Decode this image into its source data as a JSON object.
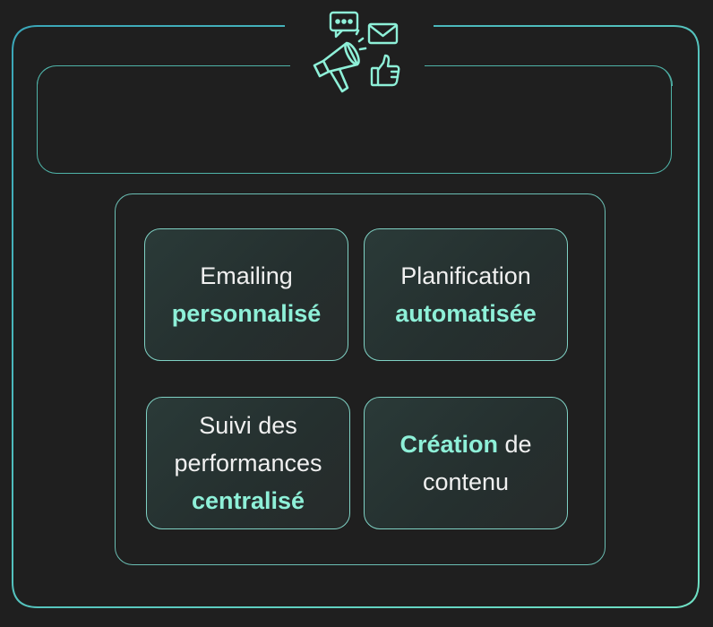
{
  "colors": {
    "background": "#1f1f1f",
    "frame": "#4fb3a8",
    "accent": "#8ef0d8",
    "text": "#f0f0f0"
  },
  "header_icons": [
    "chat-bubble-icon",
    "envelope-icon",
    "megaphone-icon",
    "thumbs-up-icon"
  ],
  "cards": [
    {
      "line1": "Emailing",
      "accent": "personnalisé"
    },
    {
      "line1": "Planification",
      "accent": "automatisée"
    },
    {
      "line1": "Suivi des",
      "line2": "performances",
      "accent": "centralisé"
    },
    {
      "accent": "Création",
      "after_accent": "de",
      "line2": "contenu"
    }
  ]
}
